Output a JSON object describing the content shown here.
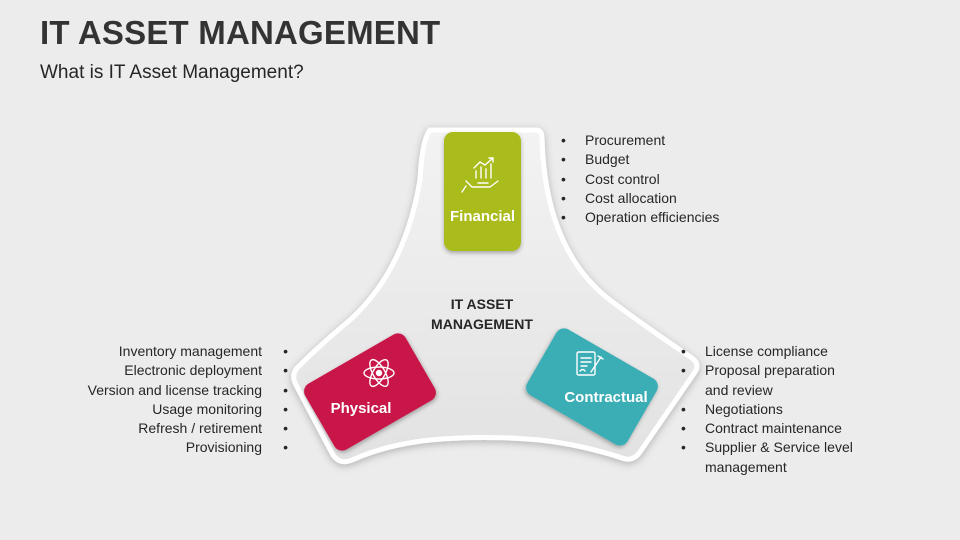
{
  "header": {
    "title": "IT ASSET MANAGEMENT",
    "subtitle": "What is IT Asset Management?"
  },
  "center": {
    "line1": "IT ASSET",
    "line2": "MANAGEMENT"
  },
  "cards": {
    "financial": {
      "label": "Financial",
      "color": "#aabb1f",
      "icon": "growth-chart-hand-icon"
    },
    "physical": {
      "label": "Physical",
      "color": "#c8184a",
      "icon": "atom-icon"
    },
    "contractual": {
      "label": "Contractual",
      "color": "#3aadb5",
      "icon": "contract-pen-icon"
    }
  },
  "lists": {
    "financial": [
      "Procurement",
      "Budget",
      "Cost control",
      "Cost allocation",
      "Operation efficiencies"
    ],
    "physical": [
      "Inventory management",
      "Electronic deployment",
      "Version and license tracking",
      "Usage monitoring",
      "Refresh / retirement",
      "Provisioning"
    ],
    "contractual_lines": [
      "License compliance",
      "Proposal preparation",
      "and review",
      "Negotiations",
      "Contract maintenance",
      "Supplier & Service level",
      "management"
    ]
  }
}
